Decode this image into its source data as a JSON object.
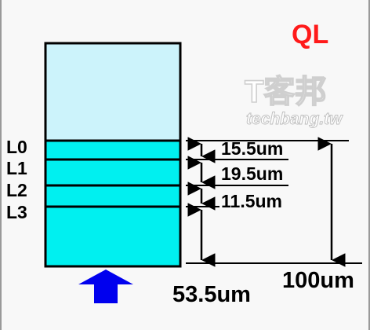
{
  "title": "QL",
  "watermark": {
    "chinese": "T客邦",
    "site": "techbang.tw"
  },
  "layers": [
    {
      "label": "L0",
      "thickness": "15.5um"
    },
    {
      "label": "L1",
      "thickness": "19.5um"
    },
    {
      "label": "L2",
      "thickness": "11.5um"
    },
    {
      "label": "L3",
      "thickness": ""
    }
  ],
  "bottom_thickness": "53.5um",
  "total_thickness": "100um",
  "colors": {
    "upper_block": "#ccf3fb",
    "layer_fill": "#00f0f0",
    "outline": "#000000",
    "arrow": "#0000ee",
    "title": "#ff1a1a",
    "background": "#f8f8f8"
  }
}
